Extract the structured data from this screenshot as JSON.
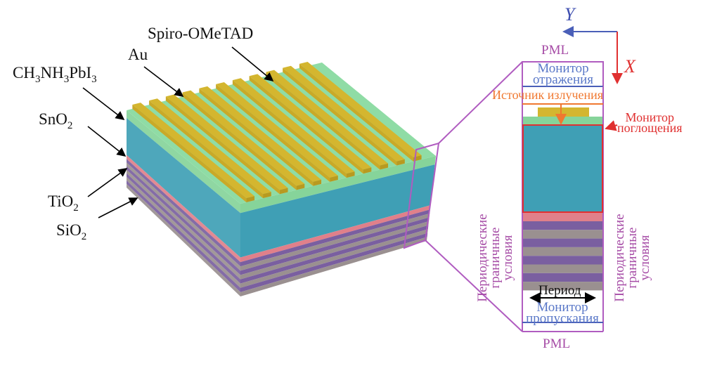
{
  "left_labels": {
    "spiro": "Spiro-OMeTAD",
    "au": "Au",
    "perovskite": [
      "CH",
      "3",
      "NH",
      "3",
      "PbI",
      "3"
    ],
    "sno2": [
      "SnO",
      "2"
    ],
    "tio2": [
      "TiO",
      "2"
    ],
    "sio2": [
      "SiO",
      "2"
    ]
  },
  "right_panel": {
    "pml_top": "PML",
    "pml_bottom": "PML",
    "reflection_monitor": [
      "Монитор",
      "отражения"
    ],
    "source": "Источник излучения",
    "absorption_monitor": [
      "Монитор",
      "поглощения"
    ],
    "transmission_monitor": [
      "Монитор",
      "пропускания"
    ],
    "period": "Период",
    "periodic_bc_left": [
      "Периодические",
      "граничные",
      "условия"
    ],
    "periodic_bc_right": [
      "Периодические",
      "граничные",
      "условия"
    ],
    "axis_y": "Y",
    "axis_x": "X"
  },
  "colors": {
    "gold": "#d4b62f",
    "green": "#86d49a",
    "teal": "#3f9fb5",
    "pink": "#e0808a",
    "purple": "#7a5fa0",
    "gray": "#9a9090",
    "magenta": "#b05cc0",
    "blue": "#4a5fb8",
    "red": "#e03030",
    "orange": "#f07830"
  }
}
